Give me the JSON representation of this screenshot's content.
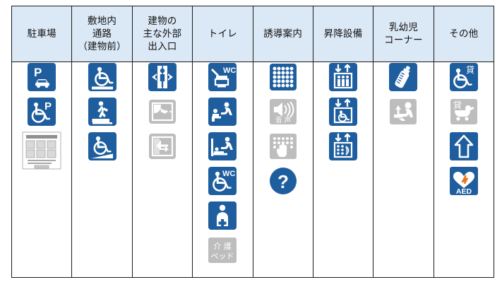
{
  "table": {
    "columns": [
      {
        "id": "parking",
        "header": "駐車場",
        "header_lines": [
          "駐車場"
        ],
        "icons": [
          {
            "name": "parking-car-icon",
            "label": "P",
            "state": "active",
            "color": "#1f5e9e"
          },
          {
            "name": "parking-wheelchair-icon",
            "label": "P",
            "state": "active",
            "color": "#1f5e9e"
          },
          {
            "name": "parking-info-board-icon",
            "label": "",
            "state": "board",
            "color": "#8a8a8a"
          }
        ]
      },
      {
        "id": "site-path",
        "header": "敷地内通路（建物前）",
        "header_lines": [
          "敷地内",
          "通路",
          "（建物前）"
        ],
        "icons": [
          {
            "name": "wheelchair-flat-path-icon",
            "label": "",
            "state": "active",
            "color": "#1f5e9e"
          },
          {
            "name": "person-steps-icon",
            "label": "",
            "state": "active",
            "color": "#1f5e9e"
          },
          {
            "name": "wheelchair-ramp-icon",
            "label": "",
            "state": "active",
            "color": "#1f5e9e"
          }
        ]
      },
      {
        "id": "main-entrance",
        "header": "建物の主な外部出入口",
        "header_lines": [
          "建物の",
          "主な外部",
          "出入口"
        ],
        "icons": [
          {
            "name": "automatic-door-icon",
            "label": "",
            "state": "active",
            "color": "#1f5e9e"
          },
          {
            "name": "hinged-door-icon",
            "label": "",
            "state": "inactive",
            "color": "#bdbdbd"
          },
          {
            "name": "sliding-door-icon",
            "label": "",
            "state": "inactive",
            "color": "#bdbdbd"
          }
        ]
      },
      {
        "id": "toilet",
        "header": "トイレ",
        "header_lines": [
          "トイレ"
        ],
        "icons": [
          {
            "name": "western-toilet-wc-icon",
            "label": "WC",
            "state": "active",
            "color": "#1f5e9e"
          },
          {
            "name": "baby-changing-seat-icon",
            "label": "",
            "state": "active",
            "color": "#1f5e9e"
          },
          {
            "name": "baby-changing-bed-icon",
            "label": "",
            "state": "active",
            "color": "#1f5e9e"
          },
          {
            "name": "wheelchair-accessible-wc-icon",
            "label": "WC",
            "state": "active",
            "color": "#1f5e9e"
          },
          {
            "name": "ostomate-icon",
            "label": "",
            "state": "active",
            "color": "#1f5e9e"
          },
          {
            "name": "care-bed-icon",
            "label": "介護ベッド",
            "label_lines": [
              "介 護",
              "ベッド"
            ],
            "state": "inactive",
            "color": "#bdbdbd"
          }
        ]
      },
      {
        "id": "guidance",
        "header": "誘導案内",
        "header_lines": [
          "誘導案内"
        ],
        "icons": [
          {
            "name": "braille-block-icon",
            "label": "",
            "state": "active",
            "color": "#1f5e9e"
          },
          {
            "name": "audio-guidance-icon",
            "label": "音声",
            "state": "inactive",
            "color": "#bdbdbd"
          },
          {
            "name": "tactile-map-hand-icon",
            "label": "",
            "state": "inactive",
            "color": "#bdbdbd"
          },
          {
            "name": "information-question-icon",
            "label": "?",
            "state": "active",
            "color": "#1f5e9e"
          }
        ]
      },
      {
        "id": "elevator",
        "header": "昇降設備",
        "header_lines": [
          "昇降設備"
        ],
        "icons": [
          {
            "name": "elevator-passenger-icon",
            "label": "",
            "state": "active",
            "color": "#1f5e9e"
          },
          {
            "name": "elevator-wheelchair-icon",
            "label": "",
            "state": "active",
            "color": "#1f5e9e"
          },
          {
            "name": "elevator-braille-panel-icon",
            "label": "",
            "state": "active",
            "color": "#1f5e9e"
          }
        ]
      },
      {
        "id": "baby-corner",
        "header": "乳幼児コーナー",
        "header_lines": [
          "乳幼児",
          "コーナー"
        ],
        "icons": [
          {
            "name": "baby-bottle-icon",
            "label": "",
            "state": "active",
            "color": "#1f5e9e"
          },
          {
            "name": "nursing-room-icon",
            "label": "",
            "state": "inactive",
            "color": "#bdbdbd"
          }
        ]
      },
      {
        "id": "others",
        "header": "その他",
        "header_lines": [
          "その他"
        ],
        "icons": [
          {
            "name": "wheelchair-rental-icon",
            "label": "貸",
            "state": "active",
            "color": "#1f5e9e"
          },
          {
            "name": "stroller-rental-icon",
            "label": "貸",
            "state": "inactive",
            "color": "#bdbdbd"
          },
          {
            "name": "escalator-arrow-icon",
            "label": "",
            "state": "active",
            "color": "#1f5e9e"
          },
          {
            "name": "aed-icon",
            "label": "AED",
            "state": "active",
            "color": "#1f5e9e"
          }
        ]
      }
    ]
  },
  "colors": {
    "header_background": "#dbe8f5",
    "border": "#1a1a1a",
    "icon_active": "#1f5e9e",
    "icon_inactive": "#bdbdbd",
    "aed_accent": "#e8761a",
    "page_background": "#ffffff"
  }
}
